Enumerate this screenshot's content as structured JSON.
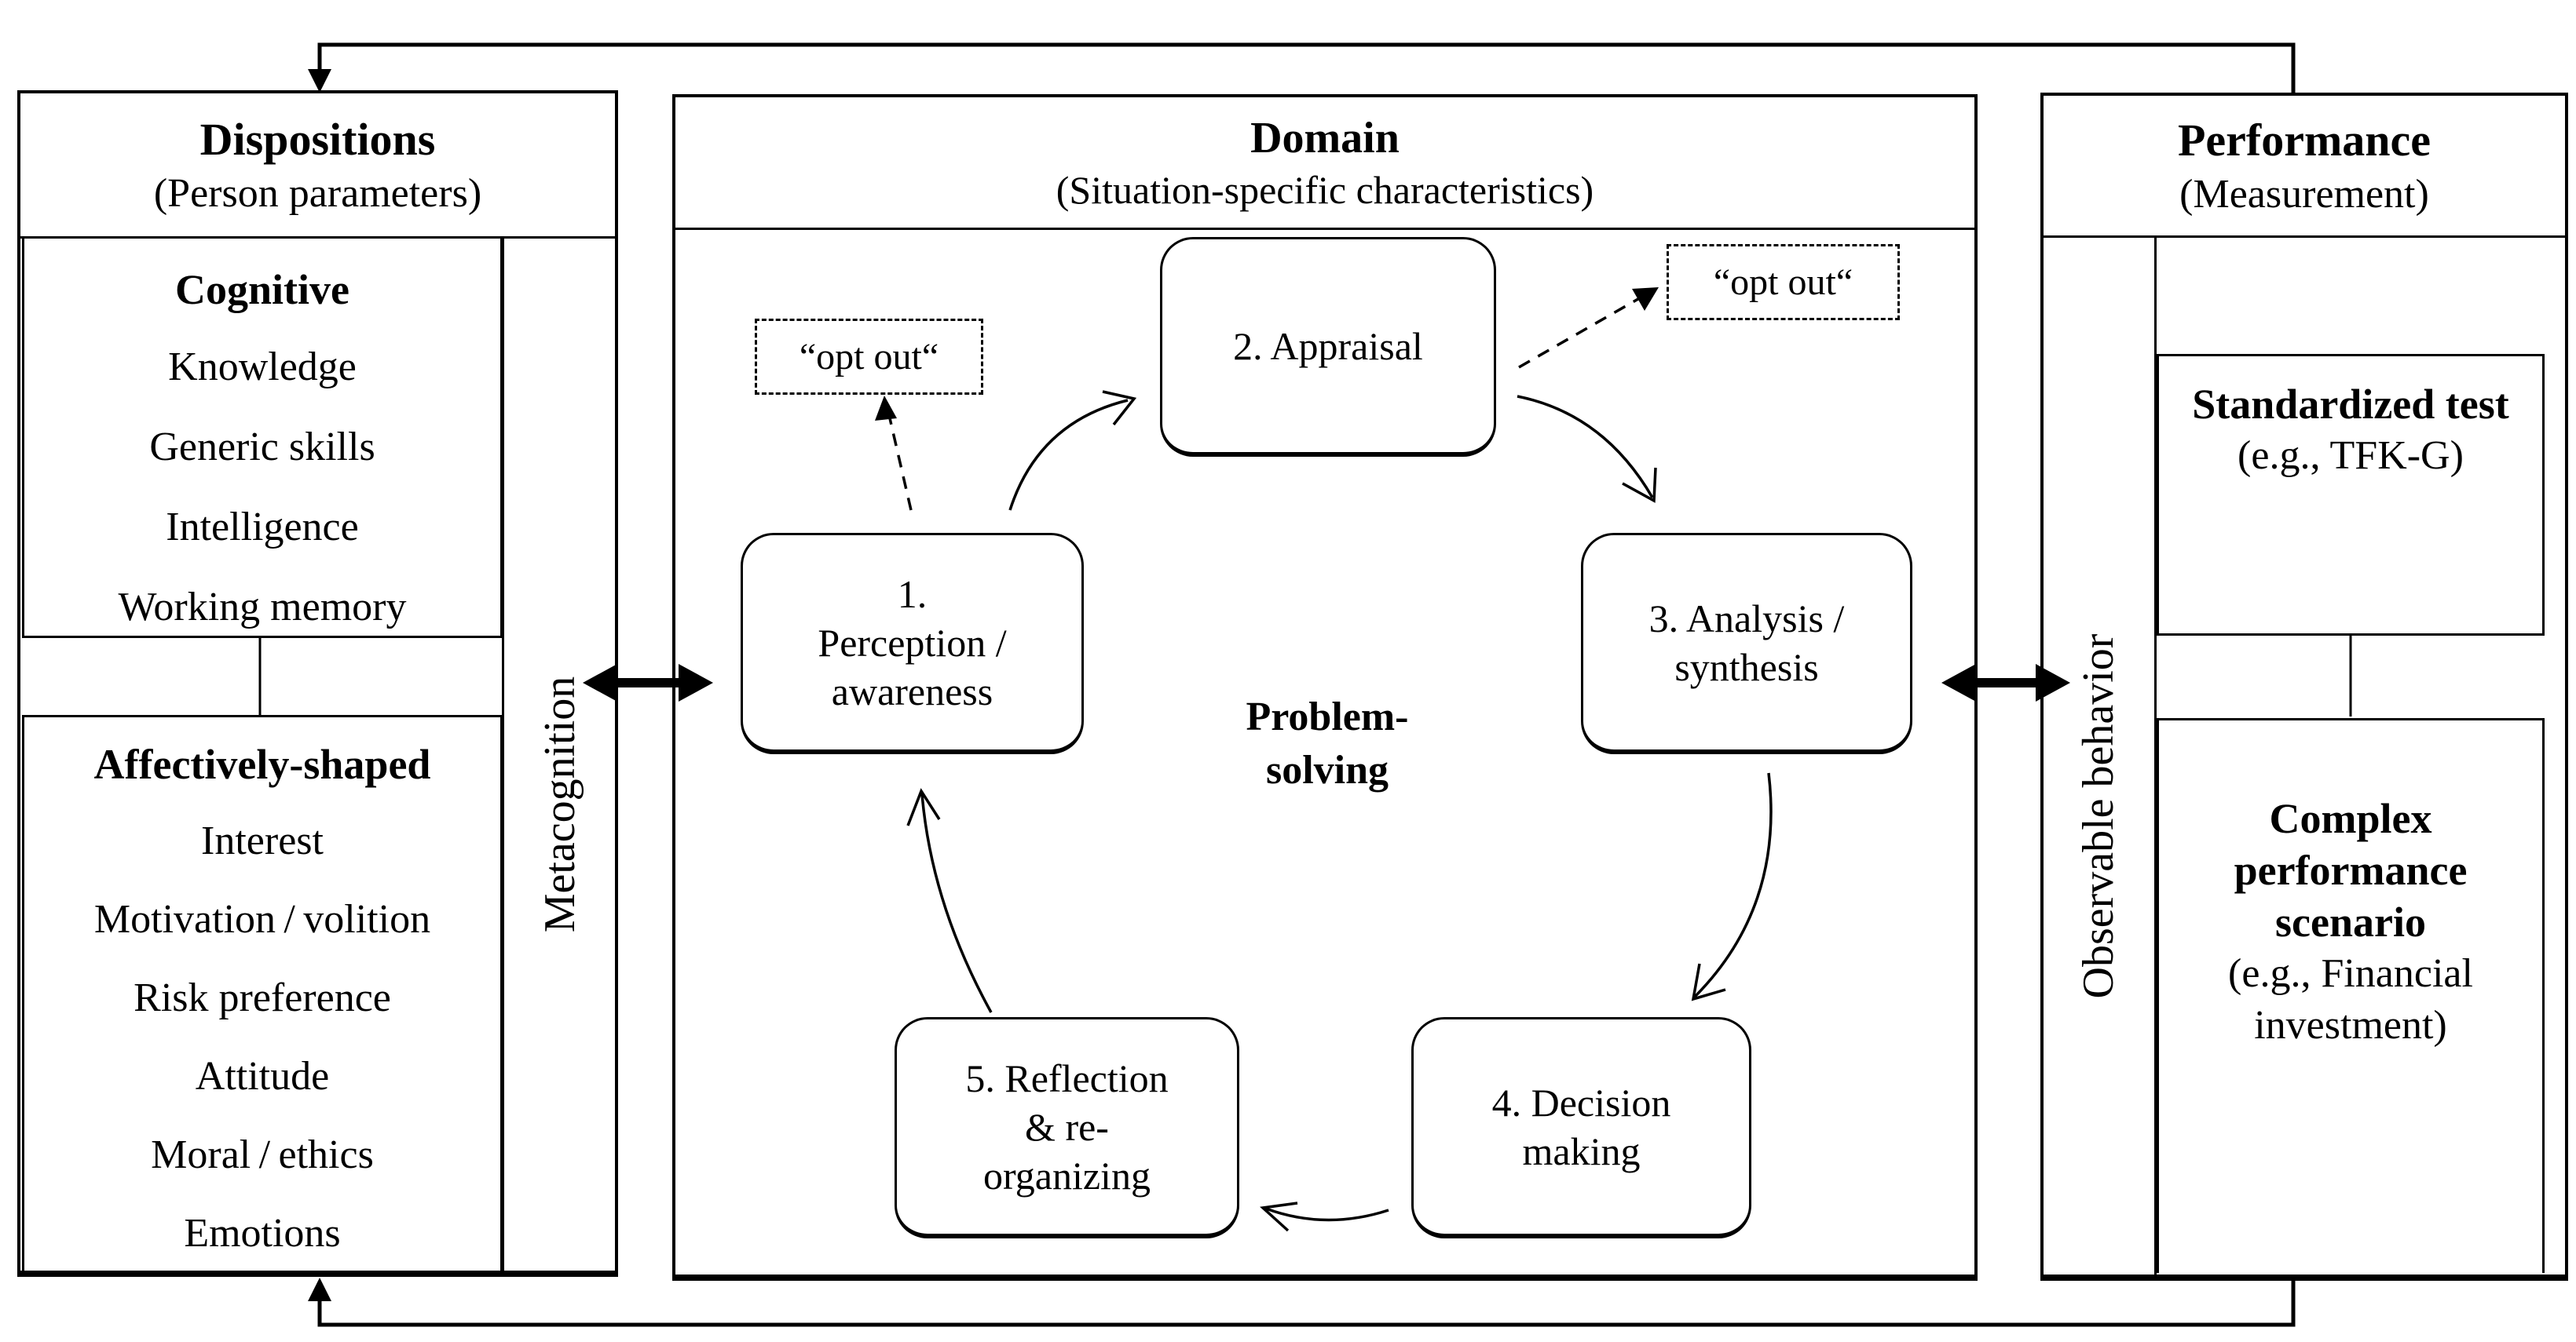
{
  "canvas": {
    "ink": "#000000",
    "background": "#ffffff"
  },
  "dispositions": {
    "title": "Dispositions",
    "subtitle": "(Person parameters)",
    "vertical_label": "Metacognition",
    "cognitive": {
      "title": "Cognitive",
      "items": [
        "Knowledge",
        "Generic skills",
        "Intelligence",
        "Working memory"
      ]
    },
    "affective": {
      "title": "Affectively-shaped",
      "items": [
        "Interest",
        "Motivation / volition",
        "Risk preference",
        "Attitude",
        "Moral / ethics",
        "Emotions"
      ]
    }
  },
  "domain": {
    "title": "Domain",
    "subtitle": "(Situation-specific characteristics)",
    "center_label": {
      "line1": "Problem-",
      "line2": "solving"
    },
    "opt_out_left": "“opt out“",
    "opt_out_right": "“opt out“",
    "steps": {
      "s1": {
        "lines": [
          "1.",
          "Perception /",
          "awareness"
        ]
      },
      "s2": {
        "lines": [
          "2. Appraisal"
        ]
      },
      "s3": {
        "lines": [
          "3. Analysis /",
          "synthesis"
        ]
      },
      "s4": {
        "lines": [
          "4. Decision",
          "making"
        ]
      },
      "s5": {
        "lines": [
          "5. Reflection",
          "& re-",
          "organizing"
        ]
      }
    }
  },
  "performance": {
    "title": "Performance",
    "subtitle": "(Measurement)",
    "vertical_label": "Observable behavior",
    "standardized": {
      "title": "Standardized test",
      "subtitle": "(e.g., TFK-G)"
    },
    "complex": {
      "title": "Complex performance scenario",
      "subtitle": "(e.g., Financial investment)"
    }
  }
}
